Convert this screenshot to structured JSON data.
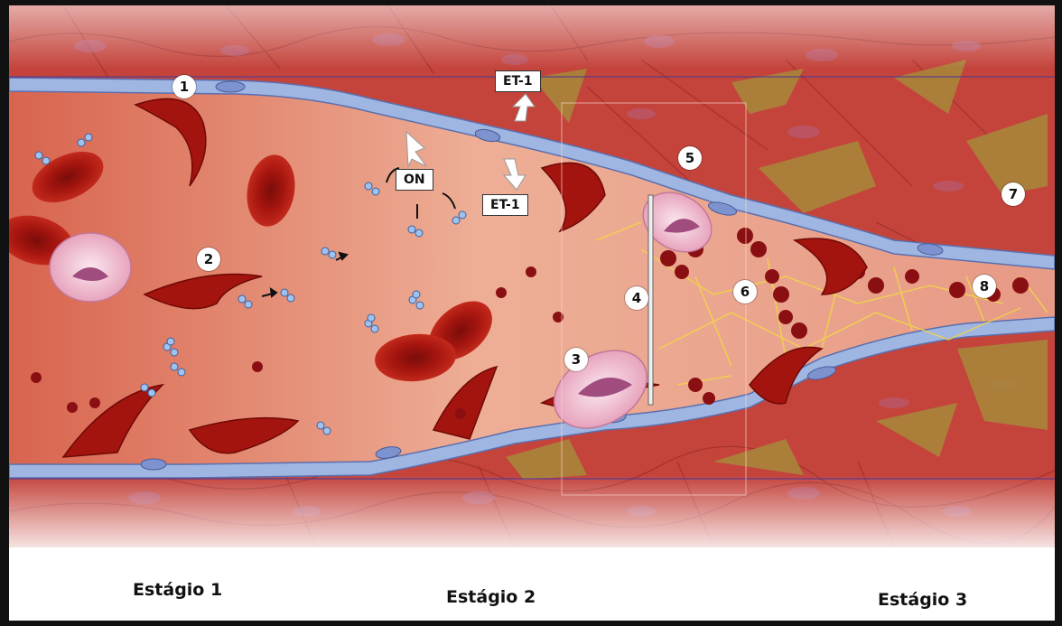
{
  "labels": {
    "markers": [
      "1",
      "2",
      "3",
      "4",
      "5",
      "6",
      "7",
      "8"
    ],
    "on": "ON",
    "et1_top": "ET-1",
    "et1_bottom": "ET-1"
  },
  "stages": {
    "stage1": "Estágio 1",
    "stage2": "Estágio 2",
    "stage3": "Estágio 3"
  },
  "colors": {
    "tissue": "#c8463e",
    "lumen": "#e9a38a",
    "endothelium": "#9fb6e2",
    "rbc": "#a8140f",
    "fibrin": "#f2d34a",
    "leukocyte": "#f3c6d6",
    "matrix": "#a48236",
    "frame": "#111111"
  }
}
